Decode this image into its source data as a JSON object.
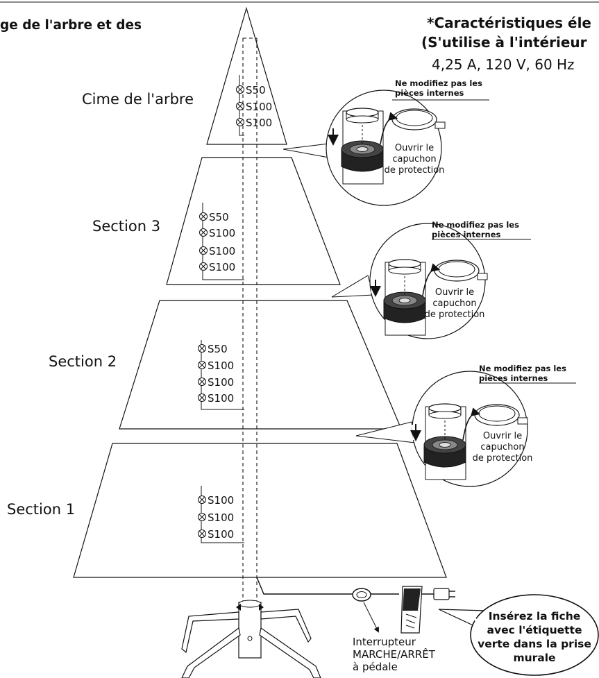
{
  "header": {
    "title_partial": "ge de l'arbre et des",
    "specs_title_1": "*Caractéristiques éle",
    "specs_title_2": "(S'utilise à l'intérieur",
    "specs_values": "4,25 A, 120 V, 60 Hz"
  },
  "sections": [
    {
      "label": "Cime de l'arbre",
      "bulbs": [
        "S50",
        "S100",
        "S100"
      ]
    },
    {
      "label": "Section 3",
      "bulbs": [
        "S50",
        "S100",
        "S100",
        "S100"
      ]
    },
    {
      "label": "Section 2",
      "bulbs": [
        "S50",
        "S100",
        "S100",
        "S100"
      ]
    },
    {
      "label": "Section 1",
      "bulbs": [
        "S100",
        "S100",
        "S100"
      ]
    }
  ],
  "callouts": [
    {
      "warning_1": "Ne modifiez pas les",
      "warning_2": "pièces internes",
      "caption": [
        "Ouvrir le",
        "capuchon",
        "de protection"
      ]
    },
    {
      "warning_1": "Ne modifiez pas les",
      "warning_2": "pièces internes",
      "caption": [
        "Ouvrir le",
        "capuchon",
        "de protection"
      ]
    },
    {
      "warning_1": "Ne modifiez pas les",
      "warning_2": "pièces internes",
      "caption": [
        "Ouvrir le",
        "capuchon",
        "de protection"
      ]
    }
  ],
  "foot_switch": {
    "lines": [
      "Interrupteur",
      "MARCHE/ARRÊT",
      "à pédale"
    ]
  },
  "plug_note": {
    "lines": [
      "Insérez la fiche",
      "avec l'étiquette",
      "verte dans la prise",
      "murale"
    ]
  }
}
